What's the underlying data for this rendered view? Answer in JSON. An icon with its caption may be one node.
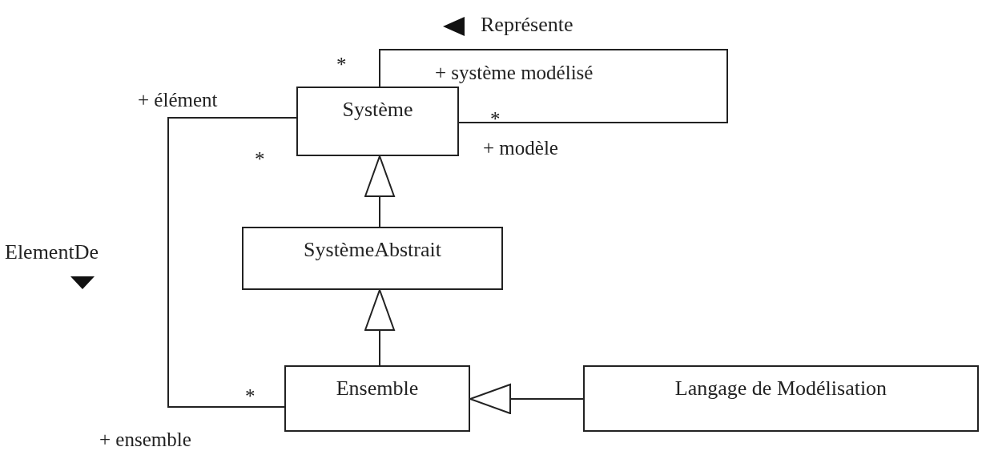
{
  "diagram": {
    "nodes": [
      {
        "text": [
          "Système"
        ]
      },
      {
        "text": [
          "SystèmeAbstrait"
        ]
      },
      {
        "text": [
          "Ensemble"
        ]
      },
      {
        "text": [
          "Langage de Modélisation"
        ]
      }
    ],
    "edges": [
      {
        "from": 0,
        "to": 0,
        "arrow": "none",
        "label": "Représente"
      },
      {
        "from": 0,
        "to": 2,
        "arrow": "none",
        "label": "ElementDe"
      },
      {
        "from": 1,
        "to": 0,
        "arrow": "to"
      },
      {
        "from": 2,
        "to": 1,
        "arrow": "to"
      },
      {
        "from": 3,
        "to": 2,
        "arrow": "to"
      }
    ],
    "labels": [
      "*",
      "+ système modélisé",
      "+ élément",
      "*",
      "+ modèle",
      "*",
      "*",
      "+ ensemble"
    ]
  }
}
